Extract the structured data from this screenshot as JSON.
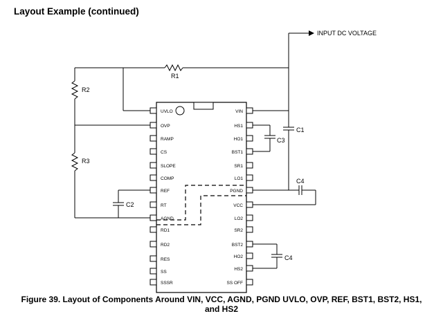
{
  "heading": "Layout Example (continued)",
  "input_label": "INPUT DC VOLTAGE",
  "left_pins": [
    "UVLO",
    "OVP",
    "RAMP",
    "CS",
    "SLOPE",
    "COMP",
    "REF",
    "RT",
    "AGND",
    "RD1",
    "RD2",
    "RES",
    "SS",
    "SSSR"
  ],
  "right_pins": [
    "VIN",
    "HS1",
    "HO1",
    "BST1",
    "SR1",
    "LO1",
    "PGND",
    "VCC",
    "LO2",
    "SR2",
    "BST2",
    "HO2",
    "HS2",
    "SS OFF"
  ],
  "components": {
    "r1": "R1",
    "r2": "R2",
    "r3": "R3",
    "c1": "C1",
    "c2": "C2",
    "c3": "C3",
    "c4_top": "C4",
    "c4_bottom": "C4"
  },
  "caption_line1": "Figure 39.  Layout of Components Around VIN, VCC, AGND, PGND UVLO, OVP, REF, BST1, BST2, HS1,",
  "caption_line2": "and HS2"
}
